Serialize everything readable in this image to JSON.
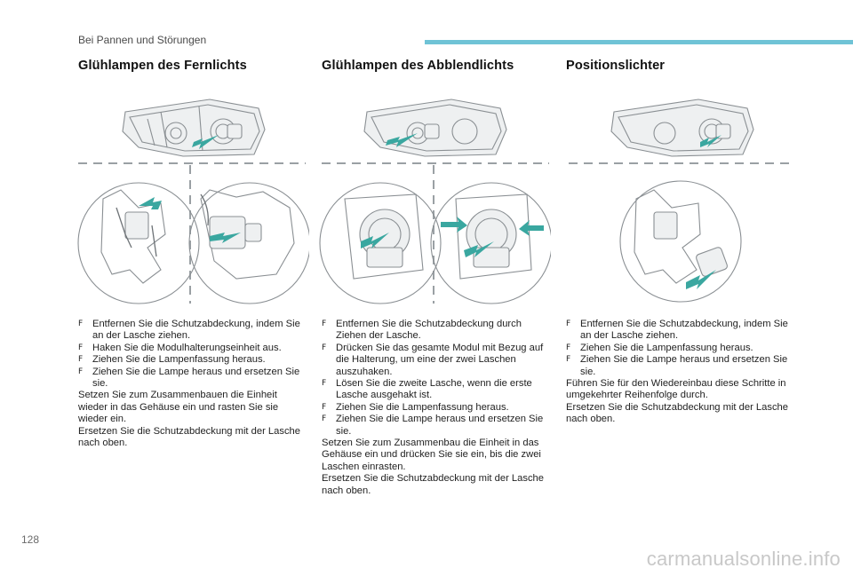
{
  "header": {
    "section_title": "Bei Pannen und Störungen"
  },
  "page_number": "128",
  "watermark": "carmanualsonline.info",
  "colors": {
    "accent_bar": "#6fc3d6",
    "arrow": "#3aa7a0"
  },
  "columns": [
    {
      "title": "Glühlampen des Fernlichts",
      "bullets": [
        "Entfernen Sie die Schutzabdeckung, indem Sie an der Lasche ziehen.",
        "Haken Sie die Modulhalterungseinheit aus.",
        "Ziehen Sie die Lampenfassung heraus.",
        "Ziehen Sie die Lampe heraus und ersetzen Sie sie."
      ],
      "paragraphs": [
        "Setzen Sie zum Zusammenbauen die Einheit wieder in das Gehäuse ein und rasten Sie sie wieder ein.",
        "Ersetzen Sie die Schutzabdeckung mit der Lasche nach oben."
      ]
    },
    {
      "title": "Glühlampen des Abblendlichts",
      "bullets": [
        "Entfernen Sie die Schutzabdeckung durch Ziehen der Lasche.",
        "Drücken Sie das gesamte Modul mit Bezug auf die Halterung, um eine der zwei Laschen auszuhaken.",
        "Lösen Sie die zweite Lasche, wenn die erste Lasche ausgehakt ist.",
        "Ziehen Sie die Lampenfassung heraus.",
        "Ziehen Sie die Lampe heraus und ersetzen Sie sie."
      ],
      "paragraphs": [
        "Setzen Sie zum Zusammenbau die Einheit in das Gehäuse ein und drücken Sie sie ein, bis die zwei Laschen einrasten.",
        "Ersetzen Sie die Schutzabdeckung mit der Lasche nach oben."
      ]
    },
    {
      "title": "Positionslichter",
      "bullets": [
        "Entfernen Sie die Schutzabdeckung, indem Sie an der Lasche ziehen.",
        "Ziehen Sie die Lampenfassung heraus.",
        "Ziehen Sie die Lampe heraus und ersetzen Sie sie."
      ],
      "paragraphs": [
        "Führen Sie für den Wiedereinbau diese Schritte in umgekehrter Reihenfolge durch.",
        "Ersetzen Sie die Schutzabdeckung mit der Lasche nach oben."
      ]
    }
  ],
  "bullet_marker": "F",
  "icons": [
    "headlamp-illustration",
    "bulb-socket-illustration",
    "push-arrow-icon"
  ]
}
